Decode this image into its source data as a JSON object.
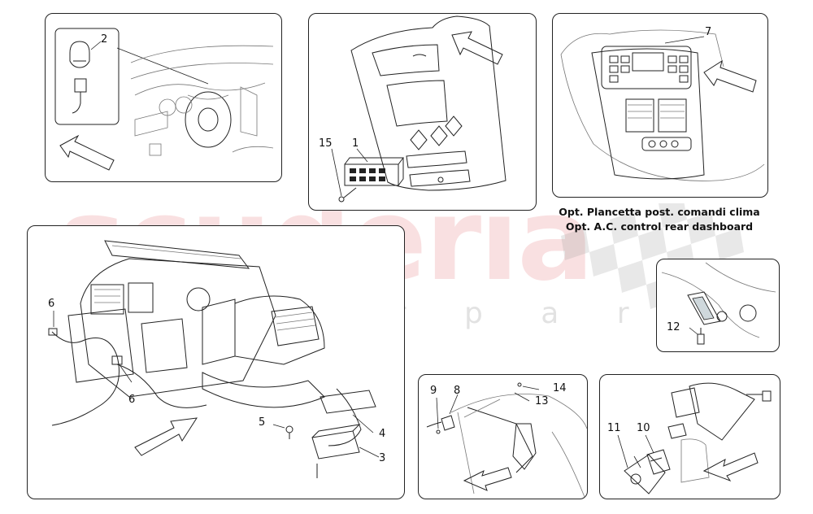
{
  "watermark": {
    "brand": "scuderia",
    "sub": "c a r p a r t s"
  },
  "callouts": {
    "p1": [
      "2"
    ],
    "p2": [
      "15",
      "1"
    ],
    "p3": [
      "7"
    ],
    "p4": [
      "6",
      "6",
      "5",
      "4",
      "3"
    ],
    "p5": [
      "12"
    ],
    "p6": [
      "9",
      "8",
      "14",
      "13"
    ],
    "p7": [
      "11",
      "10"
    ]
  },
  "captions": {
    "rear_dashboard_it": "Opt. Plancetta post. comandi clima",
    "rear_dashboard_en": "Opt. A.C. control rear dashboard"
  },
  "colors": {
    "line": "#222222",
    "watermark_red": "#dc4650",
    "watermark_grey": "#969696"
  }
}
